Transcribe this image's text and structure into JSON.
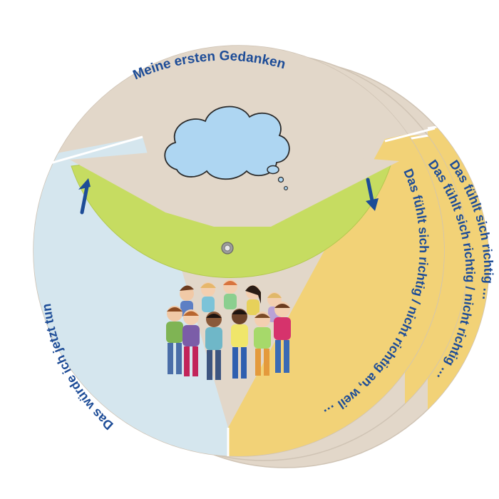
{
  "wheel": {
    "top_label": "Meine ersten Gedanken",
    "left_label": "Das würde ich jetzt tun",
    "right_label_front": "Das fühlt sich richtig / nicht richtig an, weil …",
    "right_label_mid": "Das fühlt sich richtig / nicht richtig …",
    "right_label_back": "Das fühlt sich richtig …"
  },
  "colors": {
    "beige": "#e2d7c9",
    "sky": "#d5e6ee",
    "yellow": "#f2d277",
    "green": "#c6dc61",
    "text_blue": "#1d4c97",
    "cloud": "#aed6f2"
  },
  "icons": {
    "up_arrow": "arrow-up-icon",
    "down_arrow": "arrow-down-icon",
    "cloud": "thought-cloud-icon",
    "rivet": "rivet-icon",
    "illustration": "children-circle-illustration"
  }
}
